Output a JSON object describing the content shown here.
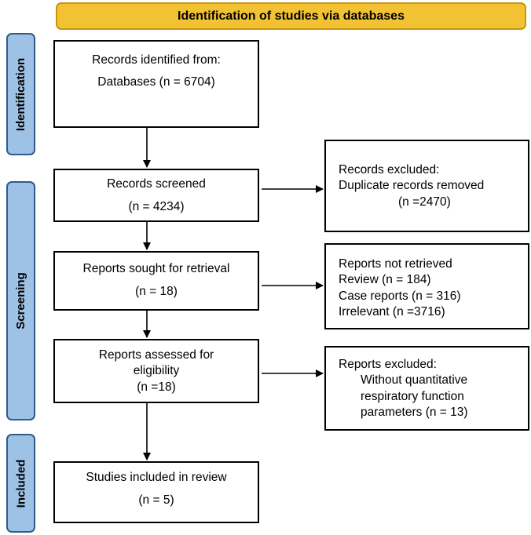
{
  "banner": "Identification of studies via databases",
  "phases": {
    "identification": "Identification",
    "screening": "Screening",
    "included": "Included"
  },
  "boxes": {
    "identified": {
      "line1": "Records identified from:",
      "line2": "Databases  (n = 6704)"
    },
    "screened": {
      "line1": "Records screened",
      "line2": "(n = 4234)"
    },
    "sought": {
      "line1": "Reports sought for retrieval",
      "line2": "(n = 18)"
    },
    "assessed": {
      "line1": "Reports assessed for",
      "line2": "eligibility",
      "line3": "(n =18)"
    },
    "included": {
      "line1": "Studies included in review",
      "line2": "(n = 5)"
    },
    "excluded_records": {
      "line1": "Records excluded:",
      "line2": "Duplicate records removed",
      "line3": "(n =2470)"
    },
    "not_retrieved": {
      "line1": "Reports not retrieved",
      "line2": "Review (n = 184)",
      "line3": "Case reports (n = 316)",
      "line4": "Irrelevant  (n =3716)"
    },
    "excluded_reports": {
      "line1": "Reports excluded:",
      "line2": "Without quantitative",
      "line3": "respiratory function",
      "line4": "parameters (n = 13)"
    }
  }
}
